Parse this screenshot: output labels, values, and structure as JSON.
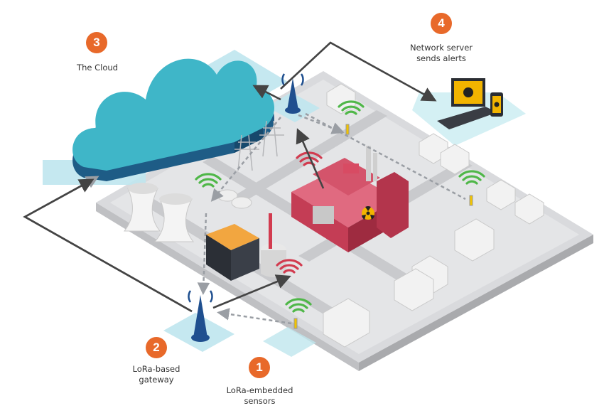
{
  "steps": [
    {
      "number": "1",
      "label": "LoRa-embedded sensors",
      "line1": "LoRa-embedded",
      "line2": "sensors"
    },
    {
      "number": "2",
      "label": "LoRa-based gateway",
      "line1": "LoRa-based",
      "line2": "gateway"
    },
    {
      "number": "3",
      "label": "The Cloud"
    },
    {
      "number": "4",
      "label": "Network server sends alerts",
      "line1": "Network server",
      "line2": "sends alerts"
    }
  ],
  "colors": {
    "badge": "#e8692a",
    "cloud_top": "#3fb6c8",
    "cloud_side": "#1e5c86",
    "pad": "#bfe6ee",
    "ground": "#e3e4e6",
    "road": "#c9cacd",
    "factory": "#c43d55",
    "radiation": "#f2b400",
    "signal": "#4fb748",
    "tower": "#1f4f8f",
    "arrow": "#444444",
    "dashed": "#9a9ea4"
  },
  "icons": [
    "cloud-icon",
    "gateway-tower-icon",
    "wifi-signal-icon",
    "factory-icon",
    "radiation-icon",
    "laptop-icon",
    "phone-icon",
    "cooling-tower-icon",
    "house-icon",
    "streetlight-icon"
  ]
}
